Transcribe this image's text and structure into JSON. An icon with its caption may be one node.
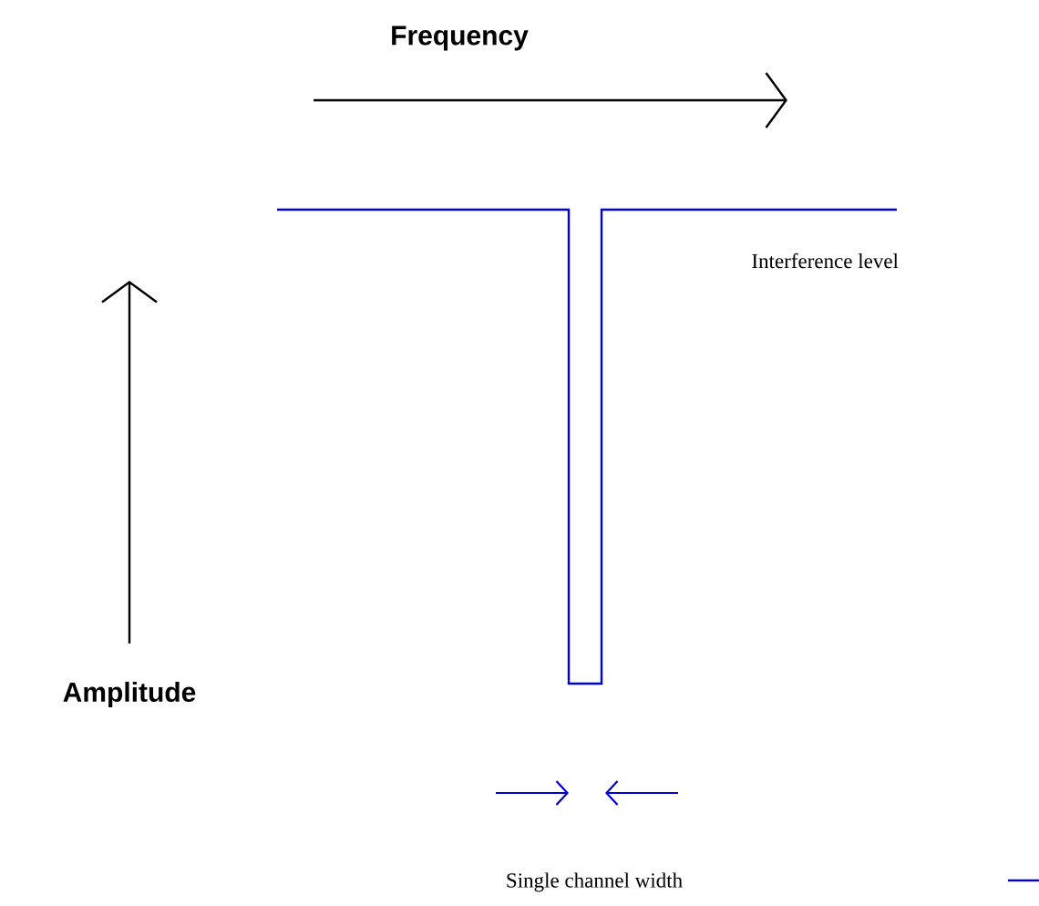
{
  "diagram": {
    "labels": [
      "Frequency",
      "Interference level",
      "Amplitude",
      "Single channel width"
    ]
  }
}
